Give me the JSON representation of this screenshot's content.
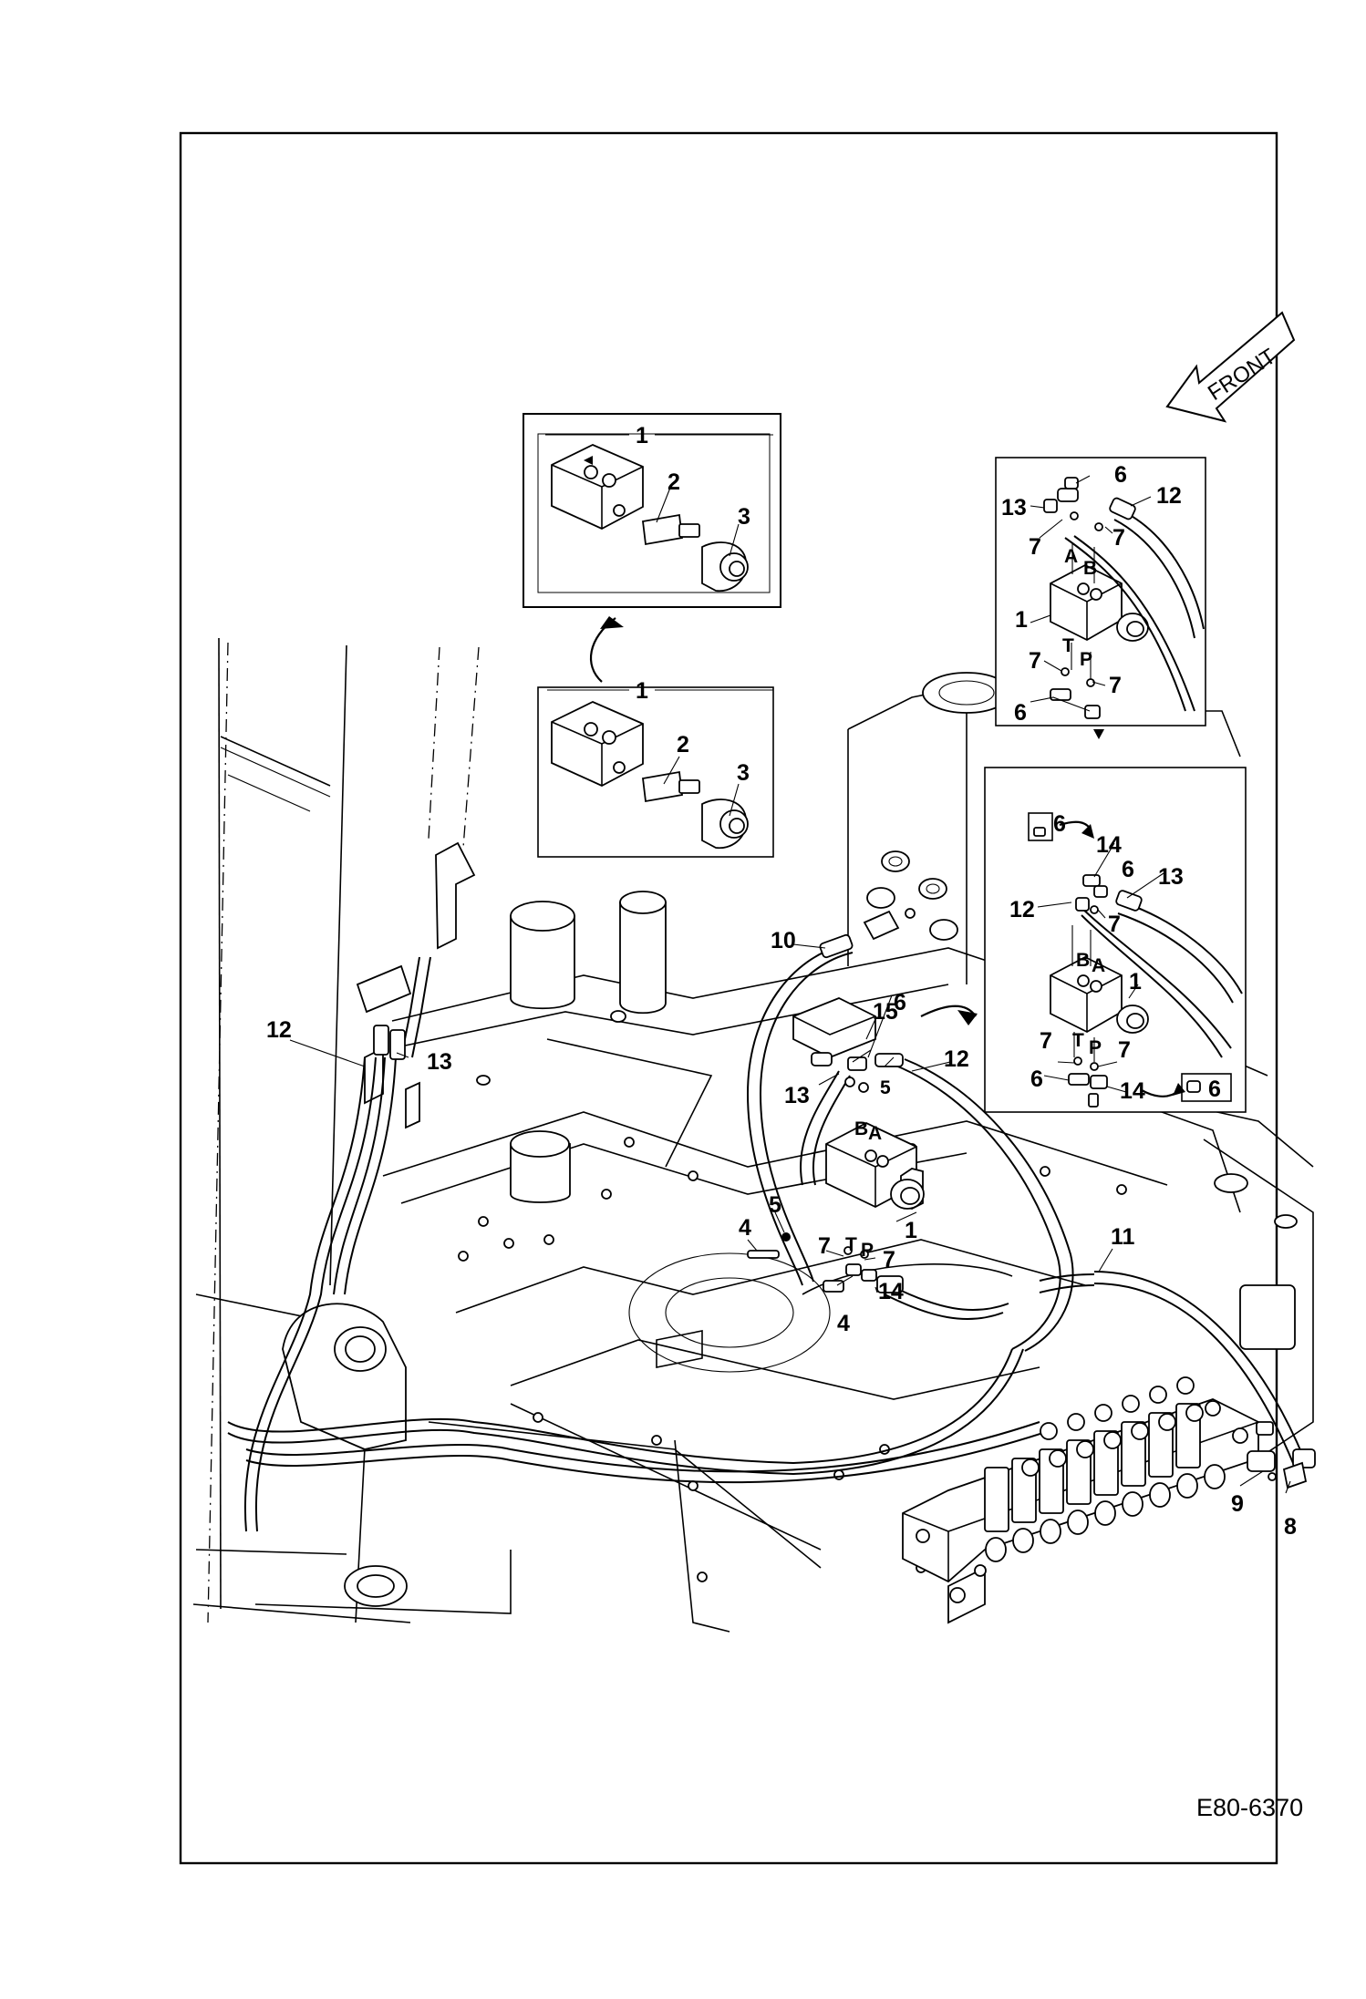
{
  "drawing_ref": "E80-6370",
  "direction_label": "FRONT",
  "callouts": {
    "c1": "1",
    "c2": "2",
    "c3": "3",
    "c4": "4",
    "c5": "5",
    "c6": "6",
    "c7": "7",
    "c8": "8",
    "c9": "9",
    "c10": "10",
    "c11": "11",
    "c12": "12",
    "c13": "13",
    "c14": "14",
    "c15": "15"
  },
  "port_labels": {
    "a": "A",
    "b": "B",
    "t": "T",
    "p": "P"
  }
}
